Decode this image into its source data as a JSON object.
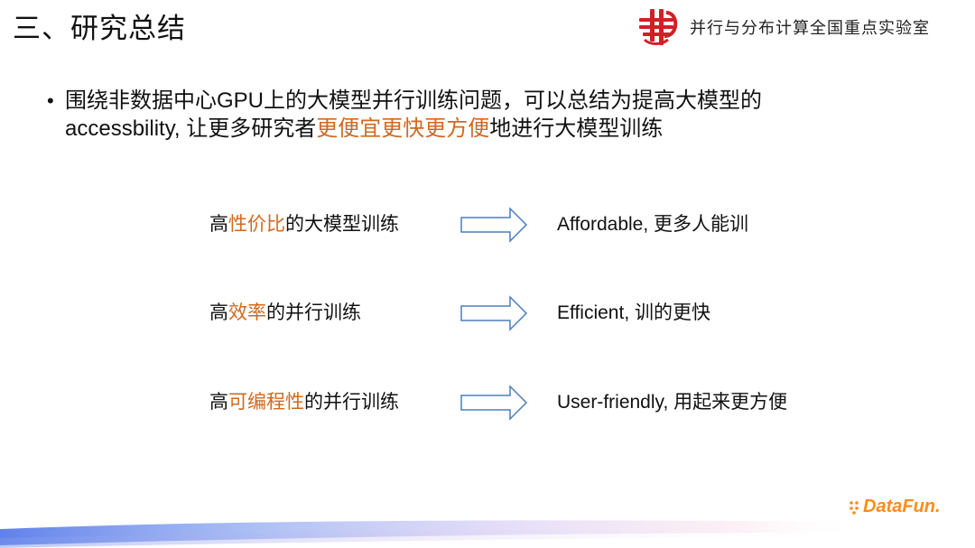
{
  "header": {
    "title": "三、研究总结",
    "lab_name": "并行与分布计算全国重点实验室"
  },
  "bullet": {
    "line1": "围绕非数据中心GPU上的大模型并行训练问题，可以总结为提高大模型的",
    "line2_before": "accessbility, 让更多研究者",
    "line2_highlight": "更便宜更快更方便",
    "line2_after": "地进行大模型训练"
  },
  "rows": [
    {
      "left_prefix": "高",
      "left_highlight": "性价比",
      "left_suffix": "的大模型训练",
      "right": "Affordable, 更多人能训"
    },
    {
      "left_prefix": "高",
      "left_highlight": "效率",
      "left_suffix": "的并行训练",
      "right": "Efficient, 训的更快"
    },
    {
      "left_prefix": "高",
      "left_highlight": "可编程性",
      "left_suffix": "的并行训练",
      "right": "User-friendly, 用起来更方便"
    }
  ],
  "brand": {
    "name": "DataFun."
  },
  "colors": {
    "highlight": "#d2691e",
    "logo_red": "#d21f26",
    "arrow": "#4a7ebb",
    "brand": "#ff8c1a"
  },
  "icons": {
    "lab_logo": "lab-logo-icon",
    "arrow": "hollow-right-arrow-icon",
    "brand_dots": "dots-icon"
  }
}
